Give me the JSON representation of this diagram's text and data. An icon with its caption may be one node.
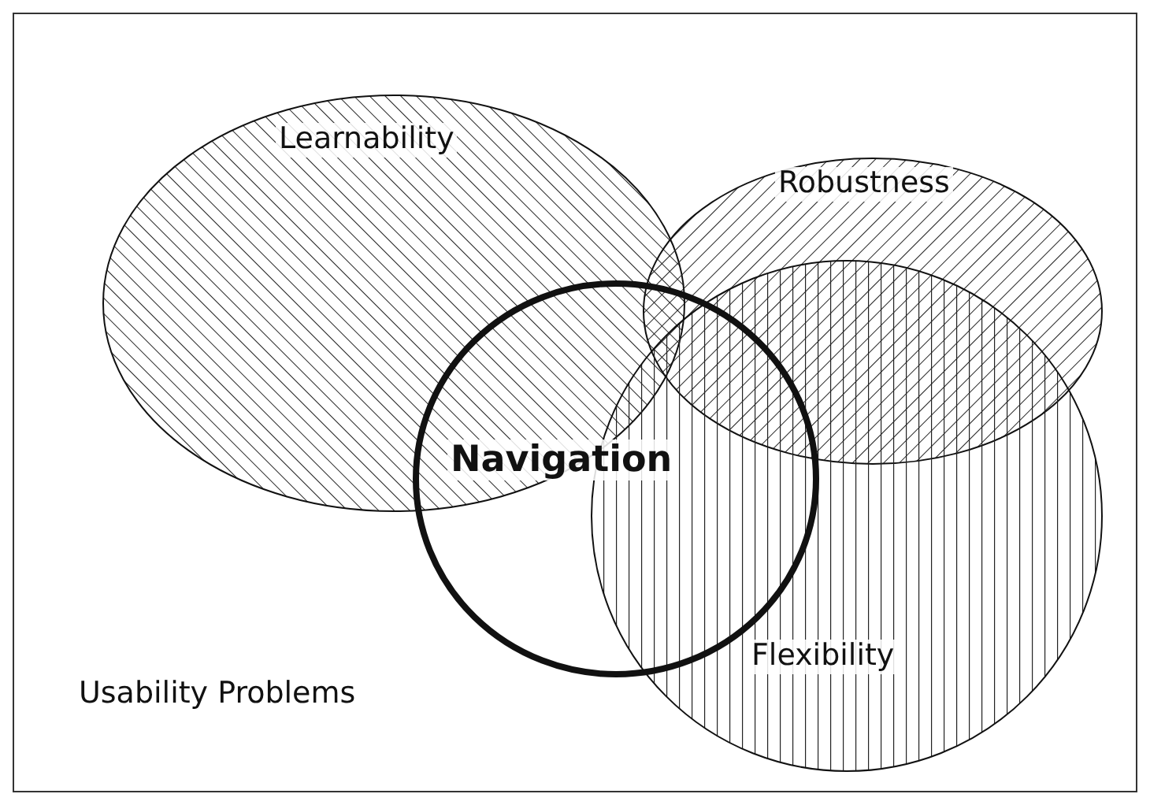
{
  "diagram": {
    "nodes": [
      {
        "text": [
          "Usability Problems"
        ]
      },
      {
        "text": [
          "Learnability"
        ],
        "in": 0
      },
      {
        "text": [
          "Robustness"
        ],
        "in": 0
      },
      {
        "text": [
          "Flexibility"
        ],
        "in": 0
      },
      {
        "text": [
          "Navigation"
        ],
        "in": 0
      }
    ]
  }
}
